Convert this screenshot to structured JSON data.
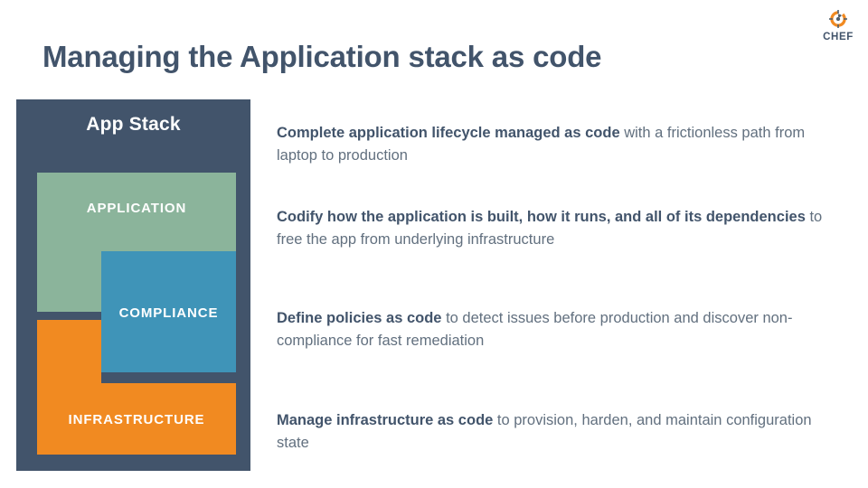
{
  "slide": {
    "title": "Managing the Application stack as code",
    "background_color": "#ffffff"
  },
  "brand": {
    "name": "CHEF",
    "logo_icon": "chef-c-mark-icon",
    "mark_color": "#f18a21",
    "text_color": "#42546b"
  },
  "diagram": {
    "heading": "App Stack",
    "panel_color": "#42546b",
    "layers": [
      {
        "id": "application",
        "label": "APPLICATION",
        "color": "#8bb49b"
      },
      {
        "id": "compliance",
        "label": "COMPLIANCE",
        "color": "#3f94b8"
      },
      {
        "id": "infrastructure",
        "label": "INFRASTRUCTURE",
        "color": "#f18a21"
      }
    ]
  },
  "bullets": [
    {
      "lead": "Complete application lifecycle managed as code",
      "rest": " with a frictionless path from laptop to production"
    },
    {
      "lead": "Codify how the application is built, how it runs, and all of its dependencies",
      "rest": " to free the app from underlying infrastructure"
    },
    {
      "lead": "Define policies as code",
      "rest": " to detect issues before production and discover non-compliance for fast remediation"
    },
    {
      "lead": "Manage infrastructure as code",
      "rest": " to provision, harden, and maintain configuration state"
    }
  ],
  "palette": {
    "dark_slate": "#42546b",
    "body_text": "#62707f",
    "green": "#8bb49b",
    "blue": "#3f94b8",
    "orange": "#f18a21",
    "white": "#ffffff"
  }
}
